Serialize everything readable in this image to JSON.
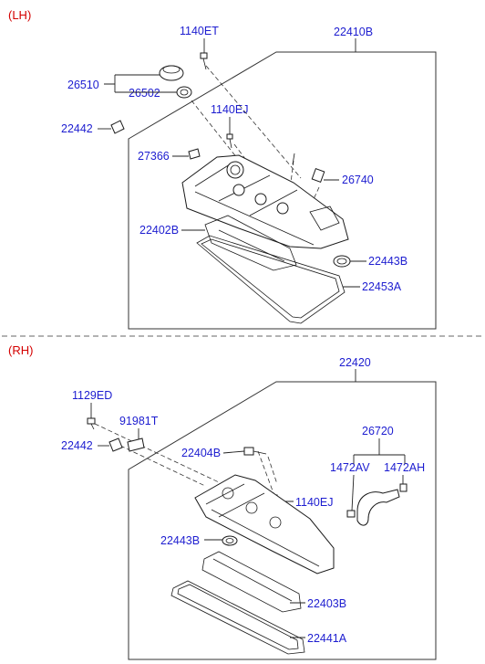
{
  "lh": {
    "section_label": "(LH)",
    "parts": {
      "p22410B": "22410B",
      "p1140ET": "1140ET",
      "p26510": "26510",
      "p26502": "26502",
      "p22442": "22442",
      "p1140EJ": "1140EJ",
      "p27366": "27366",
      "p26740": "26740",
      "p22402B": "22402B",
      "p22443B": "22443B",
      "p22453A": "22453A"
    }
  },
  "rh": {
    "section_label": "(RH)",
    "parts": {
      "p22420": "22420",
      "p1129ED": "1129ED",
      "p91981T": "91981T",
      "p22442": "22442",
      "p22404B": "22404B",
      "p26720": "26720",
      "p1472AV": "1472AV",
      "p1472AH": "1472AH",
      "p1140EJ": "1140EJ",
      "p22443B": "22443B",
      "p22403B": "22403B",
      "p22441A": "22441A"
    }
  }
}
